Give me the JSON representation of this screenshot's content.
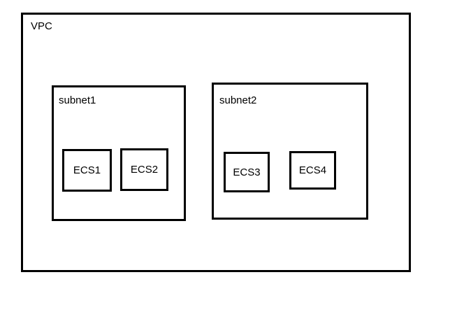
{
  "diagram": {
    "type": "network-architecture",
    "background_color": "#ffffff",
    "stroke_color": "#000000",
    "vpc": {
      "label": "VPC",
      "subnets": [
        {
          "label": "subnet1",
          "instances": [
            {
              "label": "ECS1"
            },
            {
              "label": "ECS2"
            }
          ]
        },
        {
          "label": "subnet2",
          "instances": [
            {
              "label": "ECS3"
            },
            {
              "label": "ECS4"
            }
          ]
        }
      ]
    }
  }
}
